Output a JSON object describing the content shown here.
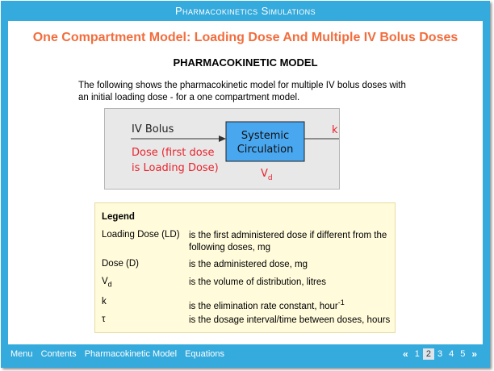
{
  "app": {
    "title": "Pharmacokinetics Simulations"
  },
  "page": {
    "title": "One Compartment Model: Loading Dose And Multiple IV Bolus Doses",
    "section_heading": "PHARMACOKINETIC MODEL",
    "intro": "The following shows the pharmacokinetic model for multiple IV bolus doses with an initial loading dose - for a one compartment model."
  },
  "diagram": {
    "input_label": "IV Bolus",
    "dose_line1": "Dose (first dose",
    "dose_line2": "is Loading Dose)",
    "compartment_line1": "Systemic",
    "compartment_line2": "Circulation",
    "elimination_label": "k",
    "volume_symbol": "V",
    "volume_subscript": "d"
  },
  "legend": {
    "title": "Legend",
    "rows": [
      {
        "term": "Loading Dose (LD)",
        "desc": "is the first administered dose if different from the following doses, mg"
      },
      {
        "term": "Dose (D)",
        "desc": "is the administered dose, mg"
      },
      {
        "term": "V",
        "term_sub": "d",
        "desc": "is the volume of distribution, litres"
      },
      {
        "term": "k",
        "desc": "is the elimination rate constant, hour",
        "desc_sup": "-1"
      },
      {
        "term": "τ",
        "desc": "is the dosage interval/time between doses, hours"
      }
    ]
  },
  "footer": {
    "nav": [
      "Menu",
      "Contents",
      "Pharmacokinetic Model",
      "Equations"
    ],
    "pager": {
      "prev": "«",
      "pages": [
        "1",
        "2",
        "3",
        "4",
        "5"
      ],
      "current": "2",
      "next": "»"
    }
  },
  "colors": {
    "frame": "#35aadc",
    "title_orange": "#f26d3d",
    "diagram_red": "#e8242d",
    "compartment_fill": "#49a7f0",
    "legend_bg": "#fffbdb"
  }
}
